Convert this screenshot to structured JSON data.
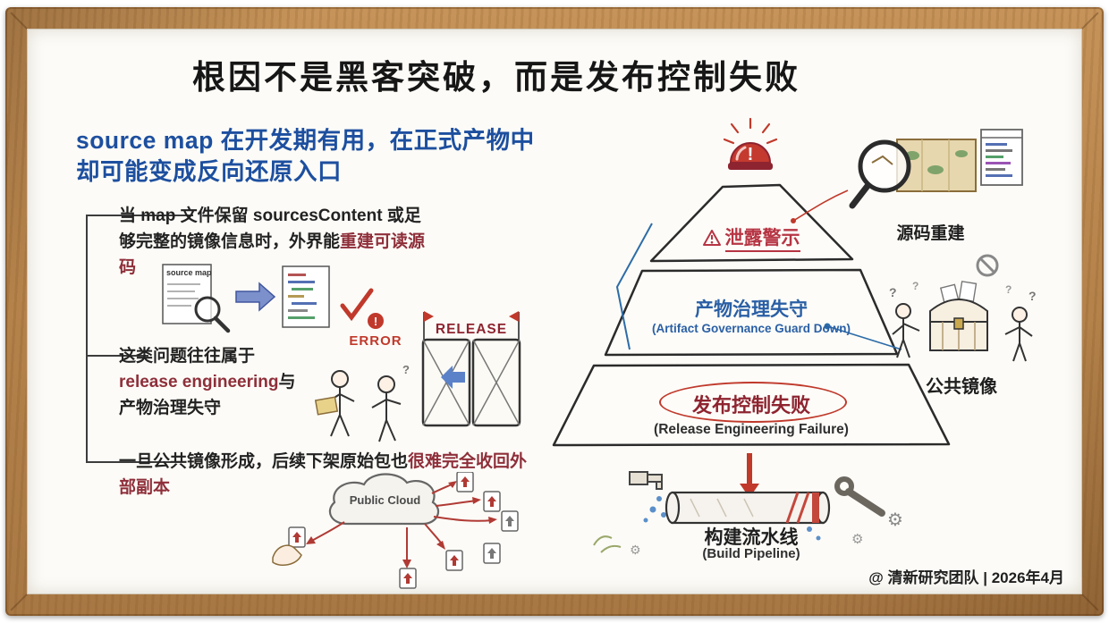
{
  "title": "根因不是黑客突破，而是发布控制失败",
  "intro": "source map 在开发期有用，在正式产物中却可能变成反向还原入口",
  "bullets": [
    {
      "pre": "当 map 文件保留 sourcesContent 或足够完整的镜像信息时，外界能",
      "highlight": "重建可读源码",
      "post": ""
    },
    {
      "pre": "这类问题往往属于",
      "highlight": "release engineering",
      "post": "与产物治理失守"
    },
    {
      "pre": "一旦公共镜像形成，后续下架原始包也",
      "highlight": "很难完全收回外部副本",
      "post": ""
    }
  ],
  "illustrations": {
    "source_map_doc": "source map",
    "error_label": "ERROR",
    "release_label": "RELEASE",
    "cloud_label": "Public Cloud"
  },
  "pyramid": {
    "tier1_label": "泄露警示",
    "tier2_label": "产物治理失守",
    "tier2_sub": "(Artifact Governance Guard Down)",
    "tier3_label": "发布控制失败",
    "tier3_sub": "(Release Engineering Failure)"
  },
  "side_labels": {
    "source_rebuild": "源码重建",
    "public_mirror": "公共镜像",
    "pipeline": "构建流水线",
    "pipeline_sub": "(Build Pipeline)"
  },
  "footer": "@ 清新研究团队 | 2026年4月",
  "colors": {
    "accent_red": "#c0392b",
    "dark_red": "#8e2430",
    "tier_blue": "#2a5fa5",
    "heading_blue": "#1d4f9f"
  },
  "icons": {
    "exclamation": "!",
    "question": "?",
    "gear": "⚙"
  }
}
